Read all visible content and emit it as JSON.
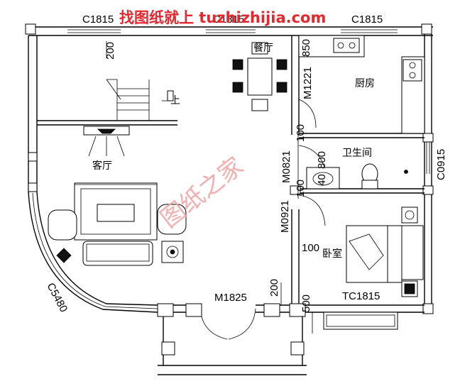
{
  "watermark": {
    "top": "找图纸就上 tuzhizhijia.com",
    "center": "图纸之家"
  },
  "rooms": {
    "dining": "餐厅",
    "kitchen": "厨房",
    "bathroom": "卫生间",
    "living": "客厅",
    "bedroom": "卧室",
    "stairs_up": "上"
  },
  "labels": {
    "c1815_left": "C1815",
    "c1815_mid": "C1815",
    "c1815_right": "C1815",
    "dim_200_left": "200",
    "dim_850": "850",
    "m1221": "M1221",
    "dim_100_a": "100",
    "dim_800": "800",
    "m0821": "M0821",
    "dim_40": "40",
    "dim_100_b": "100",
    "c0915": "C0915",
    "m0921": "M0921",
    "dim_100_c": "100",
    "m1825": "M1825",
    "dim_200_bottom": "200",
    "dim_500": "500",
    "tc1815": "TC1815",
    "c5480": "C5480"
  },
  "colors": {
    "watermark_red": "#e8262d",
    "watermark_pink": "#f2a0a0"
  }
}
